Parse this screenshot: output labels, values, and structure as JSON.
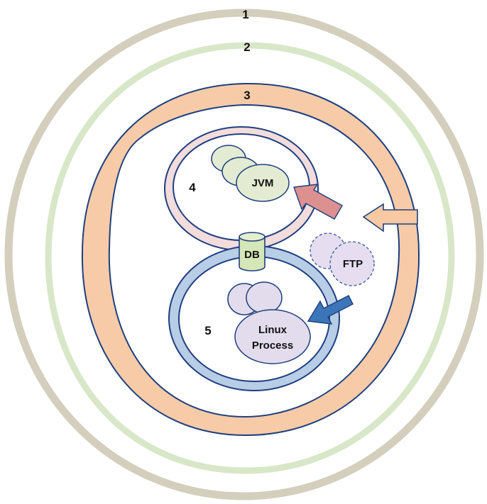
{
  "rings": [
    {
      "label": "1",
      "color": "#d4cfbd"
    },
    {
      "label": "2",
      "color": "#d8e7c8"
    },
    {
      "label": "3",
      "color": "#f8cba8"
    },
    {
      "label": "4",
      "color": "#f3dcdc"
    },
    {
      "label": "5",
      "color": "#b8cde6"
    }
  ],
  "nodes": {
    "jvm": "JVM",
    "db": "DB",
    "ftp": "FTP",
    "linux_line1": "Linux",
    "linux_line2": "Process"
  },
  "colors": {
    "outline": "#1f3f7f",
    "jvm_fill": "#e3ecd2",
    "db_fill": "#d5e6b8",
    "ftp_fill": "#e6def0",
    "linux_fill": "#e2dcec",
    "arrow_orange": "#f8c9a3",
    "arrow_pink": "#dc9090",
    "arrow_blue": "#3d76b8"
  },
  "icons": [
    "arrow-orange-icon",
    "arrow-pink-icon",
    "arrow-blue-icon",
    "db-cylinder-icon"
  ]
}
